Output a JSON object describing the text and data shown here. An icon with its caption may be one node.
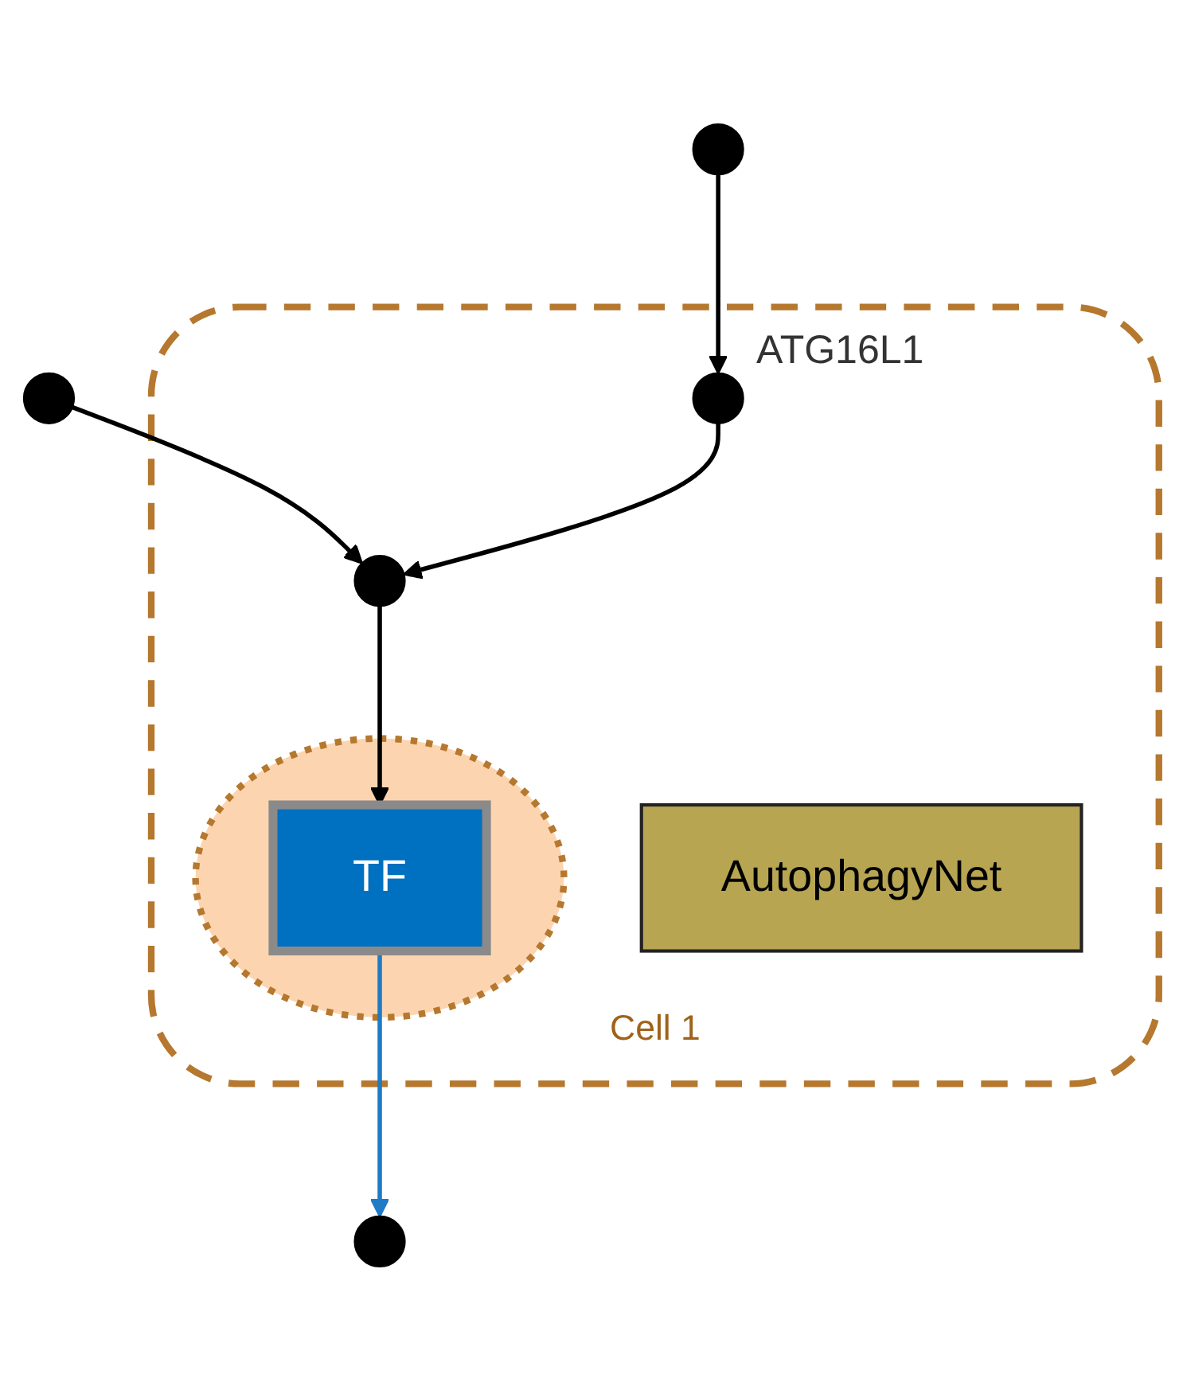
{
  "diagram": {
    "nodes": [
      {
        "text": [
          "Cell 1"
        ]
      },
      {
        "text": [],
        "shape": "circle"
      },
      {
        "text": [],
        "shape": "circle"
      },
      {
        "text": [],
        "shape": "circle",
        "beside": [
          "ATG16L1"
        ],
        "in": 0
      },
      {
        "text": [],
        "shape": "circle",
        "in": 0
      },
      {
        "text": [],
        "shape": "circle"
      },
      {
        "text": [
          "AutophagyNet"
        ],
        "in": 0
      },
      {
        "text": [],
        "shape": "ellipse",
        "in": 0
      },
      {
        "text": [
          "TF"
        ],
        "in": 7
      }
    ],
    "edges": [
      {
        "from": 1,
        "to": 4,
        "arrow": "to"
      },
      {
        "from": 2,
        "to": 3,
        "arrow": "to"
      },
      {
        "from": 3,
        "to": 4,
        "arrow": "to"
      },
      {
        "from": 4,
        "to": 8,
        "arrow": "to"
      },
      {
        "from": 8,
        "to": 5,
        "arrow": "to",
        "color": "#1f7bc6"
      }
    ]
  }
}
